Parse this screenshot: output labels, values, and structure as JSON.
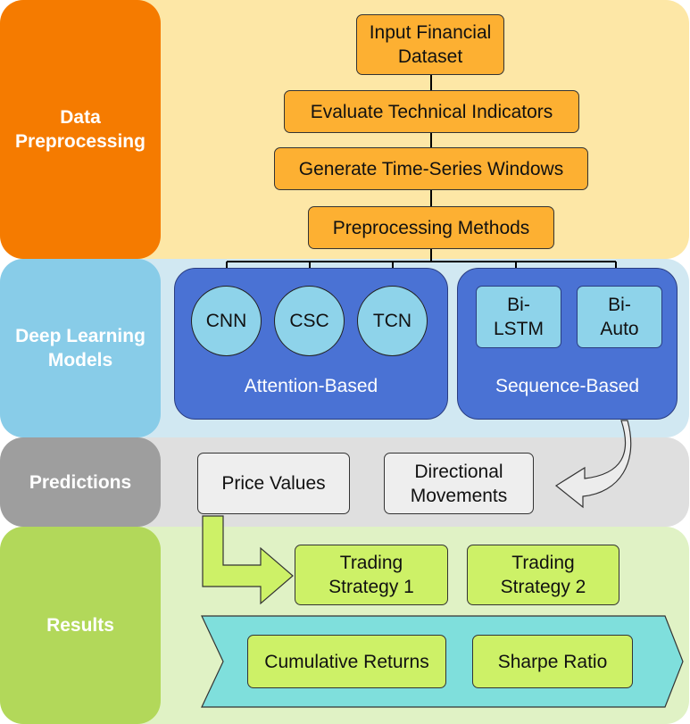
{
  "colors": {
    "preprocessing_label": "#f57b00",
    "preprocessing_band": "#fde7a6",
    "models_label": "#88cce8",
    "models_band": "#d1e8f2",
    "predictions_label": "#9e9e9e",
    "predictions_band": "#dfdfdf",
    "results_label": "#b2d85a",
    "results_band": "#e0f2c5",
    "orange_box": "#fdb032",
    "group_fill": "#4a72d4",
    "circle_fill": "#8ed3ea",
    "grey_box": "#eeeeee",
    "green_box": "#cdf167",
    "teal_arrow": "#7fdfdc"
  },
  "rows": {
    "preprocessing": {
      "label": "Data\nPreprocessing"
    },
    "models": {
      "label": "Deep Learning\nModels"
    },
    "predictions": {
      "label": "Predictions"
    },
    "results": {
      "label": "Results"
    }
  },
  "preprocessing_steps": [
    "Input Financial\nDataset",
    "Evaluate Technical Indicators",
    "Generate Time-Series Windows",
    "Preprocessing Methods"
  ],
  "groups": {
    "attention": {
      "caption": "Attention-Based",
      "models": [
        "CNN",
        "CSC",
        "TCN"
      ]
    },
    "sequence": {
      "caption": "Sequence-Based",
      "models": [
        "Bi-\nLSTM",
        "Bi-\nAuto"
      ]
    }
  },
  "predictions": [
    "Price Values",
    "Directional\nMovements"
  ],
  "strategies": [
    "Trading\nStrategy 1",
    "Trading\nStrategy 2"
  ],
  "metrics": [
    "Cumulative Returns",
    "Sharpe Ratio"
  ]
}
